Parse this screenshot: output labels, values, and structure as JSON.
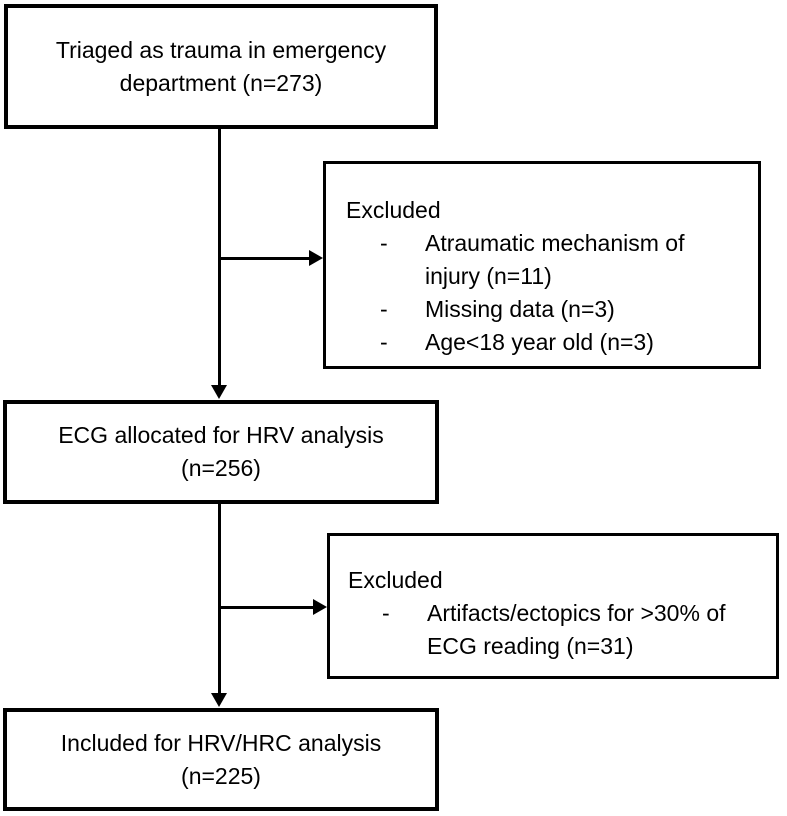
{
  "diagram": {
    "type": "flowchart",
    "bullet": "-",
    "colors": {
      "background": "#ffffff",
      "border": "#000000",
      "text": "#000000",
      "line": "#000000"
    },
    "nodes": {
      "triaged": {
        "label": "Triaged as trauma in emergency department (n=273)",
        "n": 273
      },
      "excluded1": {
        "title": "Excluded",
        "items": [
          "Atraumatic mechanism of injury (n=11)",
          "Missing data (n=3)",
          "Age<18 year old (n=3)"
        ]
      },
      "ecg": {
        "label": "ECG allocated for HRV analysis (n=256)",
        "n": 256
      },
      "excluded2": {
        "title": "Excluded",
        "items": [
          "Artifacts/ectopics for >30% of ECG reading (n=31)"
        ]
      },
      "included": {
        "label": "Included for HRV/HRC analysis (n=225)",
        "n": 225
      }
    }
  }
}
